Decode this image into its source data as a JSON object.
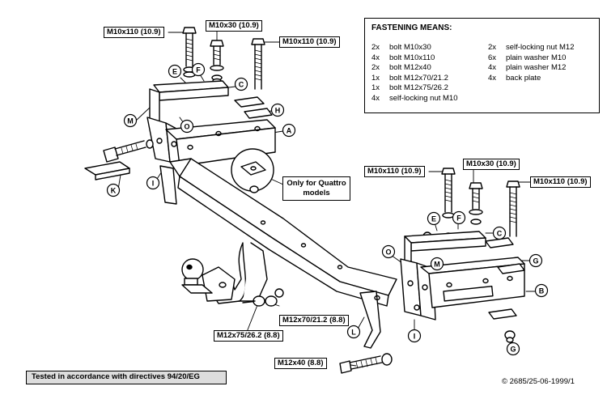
{
  "fastening": {
    "title": "FASTENING MEANS:",
    "left": [
      {
        "qty": "2x",
        "item": "bolt M10x30"
      },
      {
        "qty": "4x",
        "item": "bolt M10x110"
      },
      {
        "qty": "2x",
        "item": "bolt M12x40"
      },
      {
        "qty": "1x",
        "item": "bolt M12x70/21.2"
      },
      {
        "qty": "1x",
        "item": "bolt M12x75/26.2"
      },
      {
        "qty": "4x",
        "item": "self-locking nut M10"
      }
    ],
    "right": [
      {
        "qty": "2x",
        "item": "self-locking nut M12"
      },
      {
        "qty": "6x",
        "item": "plain washer M10"
      },
      {
        "qty": "4x",
        "item": "plain washer M12"
      },
      {
        "qty": "4x",
        "item": "back plate"
      }
    ]
  },
  "labels": {
    "l_m10x110_left_a": "M10x110 (10.9)",
    "l_m10x30_left": "M10x30 (10.9)",
    "l_m10x110_left_b": "M10x110 (10.9)",
    "r_m10x110_a": "M10x110 (10.9)",
    "r_m10x30": "M10x30 (10.9)",
    "r_m10x110_b": "M10x110 (10.9)",
    "m12x70": "M12x70/21.2 (8.8)",
    "m12x75": "M12x75/26.2 (8.8)",
    "m12x40": "M12x40 (8.8)"
  },
  "quattro_line1": "Only for Quattro",
  "quattro_line2": "models",
  "tested": "Tested in accordance with directives 94/20/EG",
  "copyright": "© 2685/25-06-1999/1",
  "part_letters": {
    "e1": "E",
    "f1": "F",
    "c1": "C",
    "h1": "H",
    "a1": "A",
    "m1": "M",
    "o1": "O",
    "k1": "K",
    "i1": "I",
    "e2": "E",
    "f2": "F",
    "c2": "C",
    "g2": "G",
    "b2": "B",
    "o2": "O",
    "m2": "M",
    "l2": "L",
    "i2": "I",
    "g3": "G"
  }
}
